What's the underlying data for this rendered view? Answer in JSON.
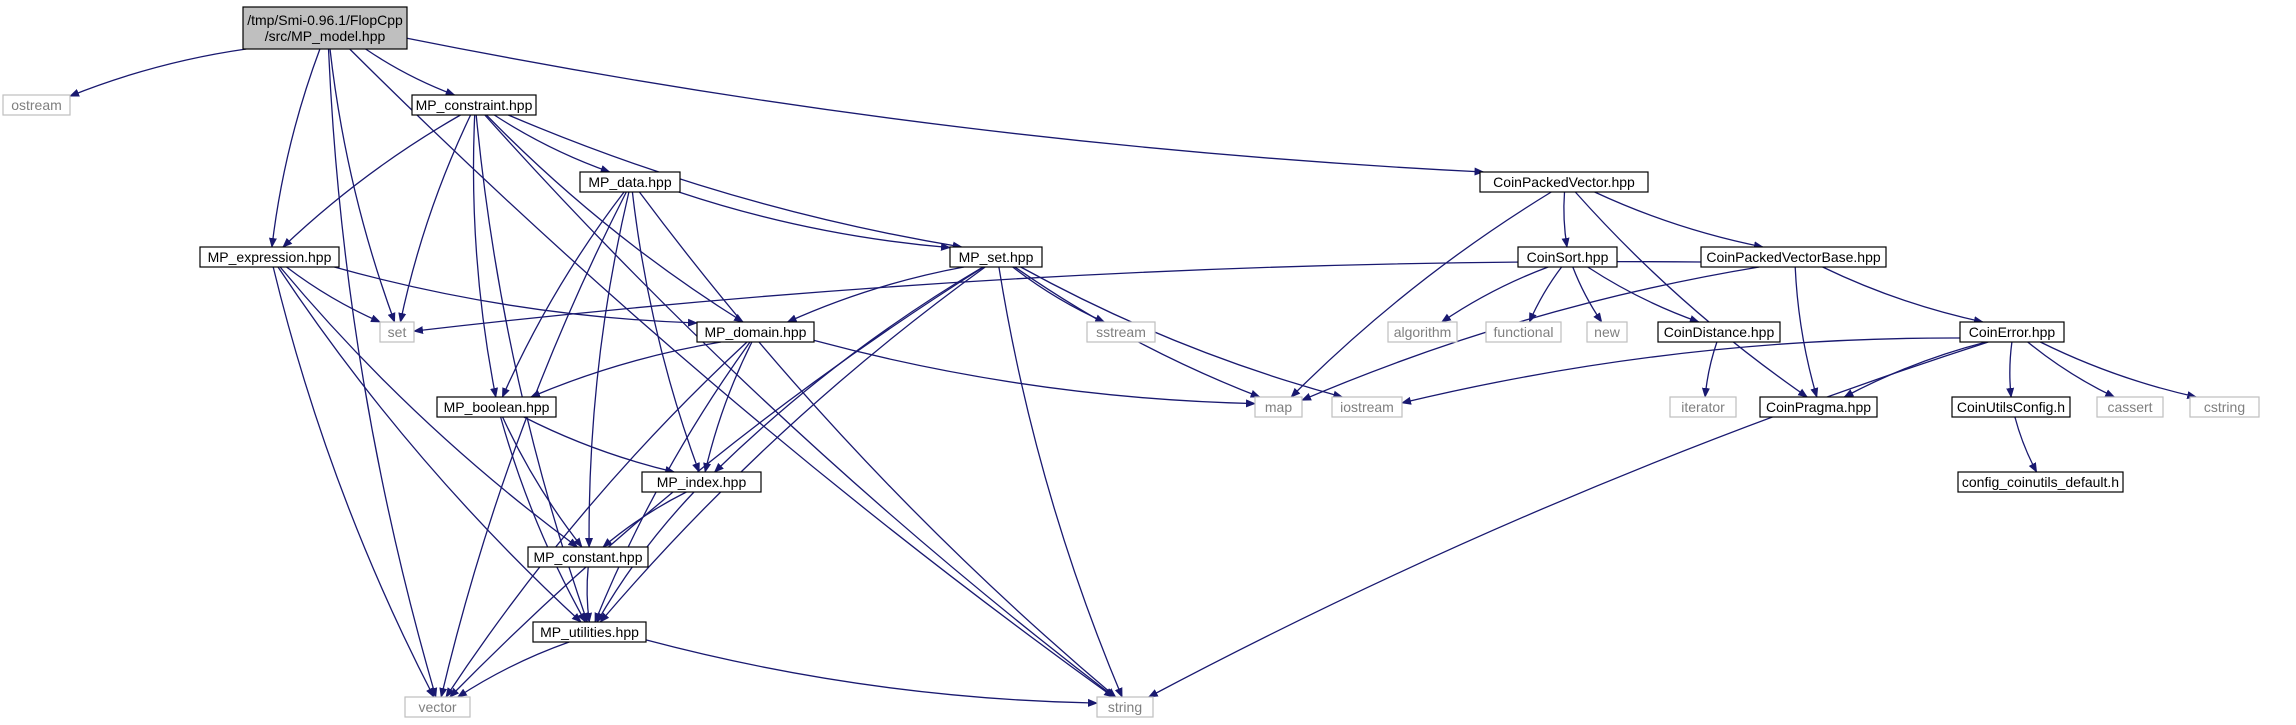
{
  "nodes": [
    {
      "id": "mp_model",
      "lines": [
        "/tmp/Smi-0.96.1/FlopCpp",
        "/src/MP_model.hpp"
      ],
      "kind": "root"
    },
    {
      "id": "ostream",
      "lines": [
        "ostream"
      ],
      "kind": "external"
    },
    {
      "id": "mp_constraint",
      "lines": [
        "MP_constraint.hpp"
      ],
      "kind": "internal"
    },
    {
      "id": "coinpackedvector",
      "lines": [
        "CoinPackedVector.hpp"
      ],
      "kind": "internal"
    },
    {
      "id": "mp_data",
      "lines": [
        "MP_data.hpp"
      ],
      "kind": "internal"
    },
    {
      "id": "mp_expression",
      "lines": [
        "MP_expression.hpp"
      ],
      "kind": "internal"
    },
    {
      "id": "mp_set",
      "lines": [
        "MP_set.hpp"
      ],
      "kind": "internal"
    },
    {
      "id": "coinsort",
      "lines": [
        "CoinSort.hpp"
      ],
      "kind": "internal"
    },
    {
      "id": "coinpackedvectorbase",
      "lines": [
        "CoinPackedVectorBase.hpp"
      ],
      "kind": "internal"
    },
    {
      "id": "set",
      "lines": [
        "set"
      ],
      "kind": "external"
    },
    {
      "id": "mp_domain",
      "lines": [
        "MP_domain.hpp"
      ],
      "kind": "internal"
    },
    {
      "id": "sstream",
      "lines": [
        "sstream"
      ],
      "kind": "external"
    },
    {
      "id": "algorithm",
      "lines": [
        "algorithm"
      ],
      "kind": "external"
    },
    {
      "id": "functional",
      "lines": [
        "functional"
      ],
      "kind": "external"
    },
    {
      "id": "new",
      "lines": [
        "new"
      ],
      "kind": "external"
    },
    {
      "id": "coindistance",
      "lines": [
        "CoinDistance.hpp"
      ],
      "kind": "internal"
    },
    {
      "id": "coinerror",
      "lines": [
        "CoinError.hpp"
      ],
      "kind": "internal"
    },
    {
      "id": "mp_boolean",
      "lines": [
        "MP_boolean.hpp"
      ],
      "kind": "internal"
    },
    {
      "id": "map",
      "lines": [
        "map"
      ],
      "kind": "external"
    },
    {
      "id": "iostream",
      "lines": [
        "iostream"
      ],
      "kind": "external"
    },
    {
      "id": "iterator",
      "lines": [
        "iterator"
      ],
      "kind": "external"
    },
    {
      "id": "coinpragma",
      "lines": [
        "CoinPragma.hpp"
      ],
      "kind": "internal"
    },
    {
      "id": "coinutilsconfig",
      "lines": [
        "CoinUtilsConfig.h"
      ],
      "kind": "internal"
    },
    {
      "id": "cassert",
      "lines": [
        "cassert"
      ],
      "kind": "external"
    },
    {
      "id": "cstring",
      "lines": [
        "cstring"
      ],
      "kind": "external"
    },
    {
      "id": "mp_index",
      "lines": [
        "MP_index.hpp"
      ],
      "kind": "internal"
    },
    {
      "id": "config_default",
      "lines": [
        "config_coinutils_default.h"
      ],
      "kind": "internal"
    },
    {
      "id": "mp_constant",
      "lines": [
        "MP_constant.hpp"
      ],
      "kind": "internal"
    },
    {
      "id": "mp_utilities",
      "lines": [
        "MP_utilities.hpp"
      ],
      "kind": "internal"
    },
    {
      "id": "vector",
      "lines": [
        "vector"
      ],
      "kind": "external"
    },
    {
      "id": "string",
      "lines": [
        "string"
      ],
      "kind": "external"
    }
  ],
  "edges": [
    [
      "mp_model",
      "ostream"
    ],
    [
      "mp_model",
      "mp_constraint"
    ],
    [
      "mp_model",
      "coinpackedvector"
    ],
    [
      "mp_model",
      "mp_expression"
    ],
    [
      "mp_model",
      "set"
    ],
    [
      "mp_model",
      "vector"
    ],
    [
      "mp_model",
      "string"
    ],
    [
      "mp_constraint",
      "mp_data"
    ],
    [
      "mp_constraint",
      "mp_expression"
    ],
    [
      "mp_constraint",
      "mp_set"
    ],
    [
      "mp_constraint",
      "set"
    ],
    [
      "mp_constraint",
      "mp_domain"
    ],
    [
      "mp_constraint",
      "mp_boolean"
    ],
    [
      "mp_constraint",
      "mp_utilities"
    ],
    [
      "mp_constraint",
      "string"
    ],
    [
      "mp_data",
      "mp_set"
    ],
    [
      "mp_data",
      "mp_boolean"
    ],
    [
      "mp_data",
      "mp_index"
    ],
    [
      "mp_data",
      "mp_constant"
    ],
    [
      "mp_data",
      "vector"
    ],
    [
      "mp_data",
      "string"
    ],
    [
      "mp_expression",
      "set"
    ],
    [
      "mp_expression",
      "mp_domain"
    ],
    [
      "mp_expression",
      "mp_constant"
    ],
    [
      "mp_expression",
      "mp_utilities"
    ],
    [
      "mp_expression",
      "vector"
    ],
    [
      "mp_set",
      "mp_domain"
    ],
    [
      "mp_set",
      "sstream"
    ],
    [
      "mp_set",
      "map"
    ],
    [
      "mp_set",
      "iostream"
    ],
    [
      "mp_set",
      "mp_index"
    ],
    [
      "mp_set",
      "mp_utilities"
    ],
    [
      "mp_set",
      "vector"
    ],
    [
      "mp_set",
      "string"
    ],
    [
      "mp_domain",
      "mp_boolean"
    ],
    [
      "mp_domain",
      "mp_index"
    ],
    [
      "mp_domain",
      "map"
    ],
    [
      "mp_domain",
      "mp_utilities"
    ],
    [
      "mp_domain",
      "vector"
    ],
    [
      "mp_boolean",
      "mp_index"
    ],
    [
      "mp_boolean",
      "mp_constant"
    ],
    [
      "mp_boolean",
      "mp_utilities"
    ],
    [
      "mp_index",
      "mp_constant"
    ],
    [
      "mp_index",
      "mp_utilities"
    ],
    [
      "mp_constant",
      "mp_utilities"
    ],
    [
      "mp_utilities",
      "vector"
    ],
    [
      "mp_utilities",
      "string"
    ],
    [
      "coinpackedvector",
      "coinsort"
    ],
    [
      "coinpackedvector",
      "coinpackedvectorbase"
    ],
    [
      "coinpackedvector",
      "map"
    ],
    [
      "coinpackedvector",
      "coinpragma"
    ],
    [
      "coinsort",
      "algorithm"
    ],
    [
      "coinsort",
      "functional"
    ],
    [
      "coinsort",
      "new"
    ],
    [
      "coinsort",
      "coindistance"
    ],
    [
      "coindistance",
      "iterator"
    ],
    [
      "coinpackedvectorbase",
      "set"
    ],
    [
      "coinpackedvectorbase",
      "coinerror"
    ],
    [
      "coinpackedvectorbase",
      "coinpragma"
    ],
    [
      "coinpackedvectorbase",
      "map"
    ],
    [
      "coinerror",
      "iostream"
    ],
    [
      "coinerror",
      "coinutilsconfig"
    ],
    [
      "coinerror",
      "cassert"
    ],
    [
      "coinerror",
      "cstring"
    ],
    [
      "coinerror",
      "coinpragma"
    ],
    [
      "coinerror",
      "string"
    ],
    [
      "coinutilsconfig",
      "config_default"
    ]
  ],
  "colors": {
    "edge": "#191970",
    "root_fill": "#bfbfbf",
    "internal_border": "#000000",
    "external_border": "#bfbfbf",
    "external_text": "#7f7f7f",
    "text": "#000000",
    "background": "#ffffff"
  }
}
